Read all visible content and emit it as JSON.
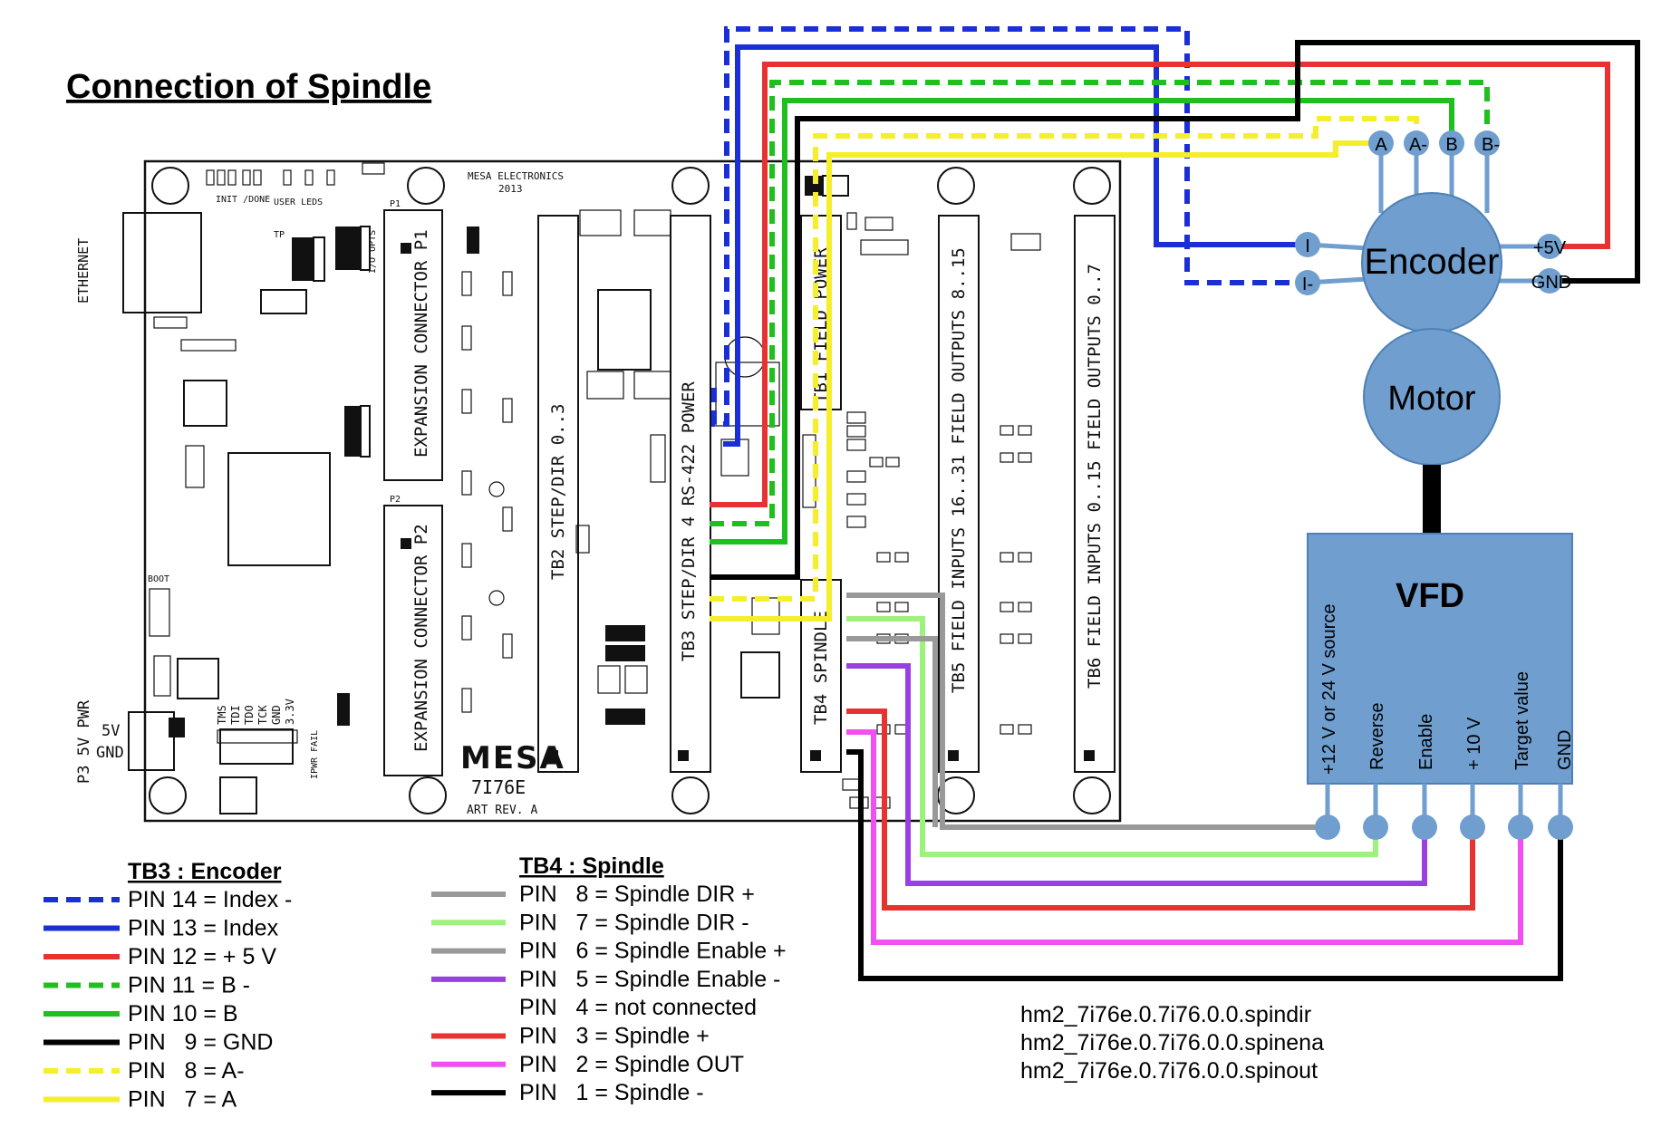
{
  "title": "Connection of Spindle",
  "board": {
    "maker": "MESA ELECTRONICS",
    "year": "2013",
    "logo": "MESA",
    "model": "7I76E",
    "rev": "ART REV. A",
    "ethernet": "ETHERNET",
    "init_done": "INIT /DONE",
    "user_leds": "USER LEDS",
    "io_opts": "I/O OPTS",
    "p1": "P1",
    "p2": "P2",
    "exp_p1": "EXPANSION CONNECTOR P1",
    "exp_p2": "EXPANSION CONNECTOR P2",
    "tb2": "TB2 STEP/DIR 0..3",
    "tb3": "TB3 STEP/DIR 4 RS-422 POWER",
    "tb1": "TB1 FIELD POWER",
    "tb4": "TB4 SPINDLE",
    "tb5": "TB5 FIELD INPUTS 16..31 FIELD OUTPUTS 8..15",
    "tb6": "TB6 FIELD INPUTS 0..15 FIELD OUTPUTS 0..7",
    "p3": "P3 5V PWR",
    "p3_5v": "5V",
    "p3_gnd": "GND",
    "jtag": [
      "TMS",
      "TDI",
      "TDO",
      "TCK",
      "GND",
      "3.3V"
    ],
    "ipwr": "IPWR FAIL",
    "boot": "BOOT",
    "tp": "TP"
  },
  "encoder": {
    "label": "Encoder",
    "pins": {
      "a": "A",
      "a_minus": "A-",
      "b": "B",
      "b_minus": "B-",
      "i": "I",
      "i_minus": "I-",
      "plus5v": "+5V",
      "gnd": "GND"
    }
  },
  "motor": {
    "label": "Motor"
  },
  "vfd": {
    "title": "VFD",
    "terminals": [
      "+12 V or 24 V source",
      "Reverse",
      "Enable",
      "+ 10 V",
      "Target value",
      "GND"
    ]
  },
  "legend_tb3": {
    "title": "TB3 : Encoder",
    "items": [
      {
        "text": "PIN 14 = Index -",
        "color": "#1a2fd6",
        "dashed": true
      },
      {
        "text": "PIN 13 = Index",
        "color": "#1a2fd6",
        "dashed": false
      },
      {
        "text": "PIN 12 = + 5 V",
        "color": "#e83232",
        "dashed": false
      },
      {
        "text": "PIN 11 = B -",
        "color": "#1fbf1f",
        "dashed": true
      },
      {
        "text": "PIN 10 = B",
        "color": "#1fbf1f",
        "dashed": false
      },
      {
        "text": "PIN   9 = GND",
        "color": "#000000",
        "dashed": false
      },
      {
        "text": "PIN   8 = A-",
        "color": "#f5ee2a",
        "dashed": true
      },
      {
        "text": "PIN   7 = A",
        "color": "#f5ee2a",
        "dashed": false
      }
    ]
  },
  "legend_tb4": {
    "title": "TB4 : Spindle",
    "items": [
      {
        "text": "PIN   8 = Spindle DIR +",
        "color": "#999999",
        "line": true
      },
      {
        "text": "PIN   7 = Spindle DIR -",
        "color": "#9cf27a",
        "line": true
      },
      {
        "text": "PIN   6 = Spindle Enable +",
        "color": "#999999",
        "line": true
      },
      {
        "text": "PIN   5 = Spindle Enable -",
        "color": "#9a3fe0",
        "line": true
      },
      {
        "text": "PIN   4 = not connected",
        "color": "#ffffff",
        "line": false
      },
      {
        "text": "PIN   3 = Spindle +",
        "color": "#e83232",
        "line": true
      },
      {
        "text": "PIN   2 = Spindle OUT",
        "color": "#f24ff2",
        "line": true
      },
      {
        "text": "PIN   1 = Spindle -",
        "color": "#000000",
        "line": true
      }
    ]
  },
  "hal_pins": [
    "hm2_7i76e.0.7i76.0.0.spindir",
    "hm2_7i76e.0.7i76.0.0.spinena",
    "hm2_7i76e.0.7i76.0.0.spinout"
  ],
  "colors": {
    "node": "#6f9ecf",
    "node_stroke": "#4f80b5",
    "blue": "#1a2fd6",
    "red": "#e83232",
    "green": "#1fbf1f",
    "yellow": "#f5ee2a",
    "black": "#000000",
    "gray": "#999999",
    "lightgreen": "#9cf27a",
    "purple": "#9a3fe0",
    "magenta": "#f24ff2"
  }
}
